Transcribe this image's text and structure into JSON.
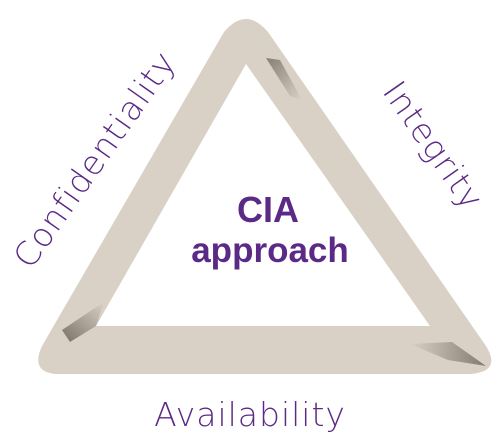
{
  "diagram": {
    "center": {
      "line1": "CIA",
      "line2": "approach"
    },
    "sides": {
      "left": "Confidentiality",
      "right": "Integrity",
      "bottom": "Availability"
    },
    "colors": {
      "band": "#d9d0c6",
      "band_shadow": "#8f8579",
      "text": "#5b2a86"
    }
  }
}
